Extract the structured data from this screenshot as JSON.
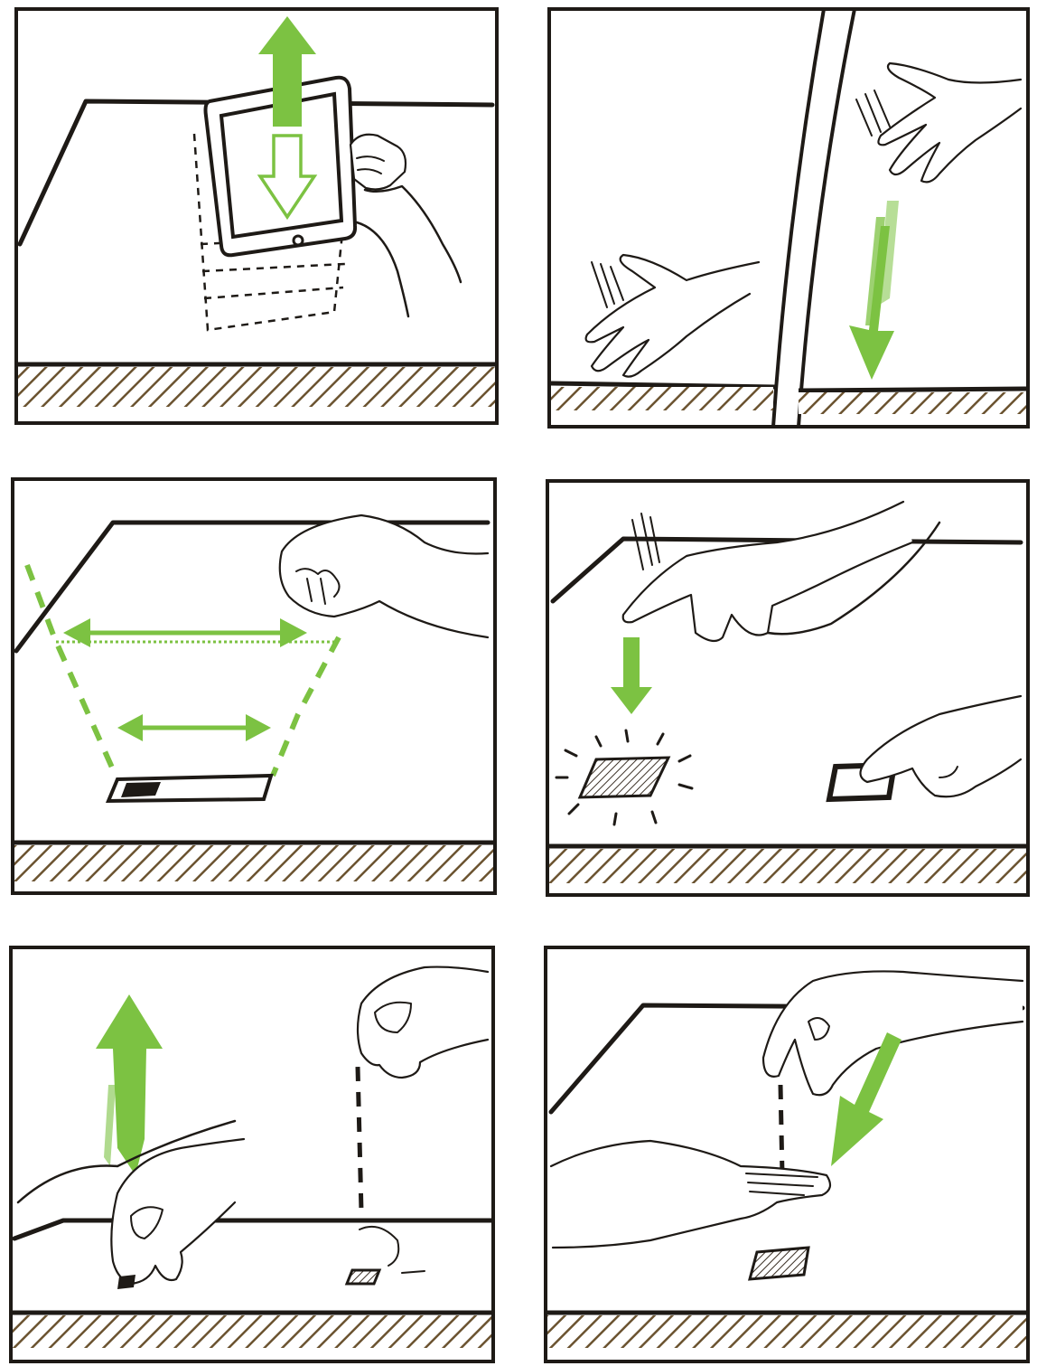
{
  "colors": {
    "ink": "#1e1a16",
    "accent_green": "#7cc242",
    "hatch_brown": "#6b5330",
    "paper": "#ffffff"
  },
  "panels": [
    {
      "id": "panel-1",
      "name": "lift-tablet-panel",
      "icons": [
        "tablet-icon",
        "up-arrow-icon",
        "down-outline-arrow-icon",
        "hand-icon"
      ]
    },
    {
      "id": "panel-2",
      "name": "hand-slap-panel",
      "icons": [
        "hand-icon",
        "down-arrow-icon"
      ]
    },
    {
      "id": "panel-3",
      "name": "pinch-zoom-panel",
      "icons": [
        "fist-hand-icon",
        "double-arrow-icon",
        "slider-icon"
      ]
    },
    {
      "id": "panel-4",
      "name": "finger-tap-panel",
      "icons": [
        "pointing-hand-icon",
        "down-arrow-icon",
        "tile-icon"
      ]
    },
    {
      "id": "panel-5",
      "name": "pick-up-panel",
      "icons": [
        "pinching-hand-icon",
        "up-arrow-icon",
        "tile-icon"
      ]
    },
    {
      "id": "panel-6",
      "name": "drop-onto-hand-panel",
      "icons": [
        "pinching-hand-icon",
        "flat-hand-icon",
        "diagonal-arrow-icon",
        "tile-icon"
      ]
    }
  ]
}
